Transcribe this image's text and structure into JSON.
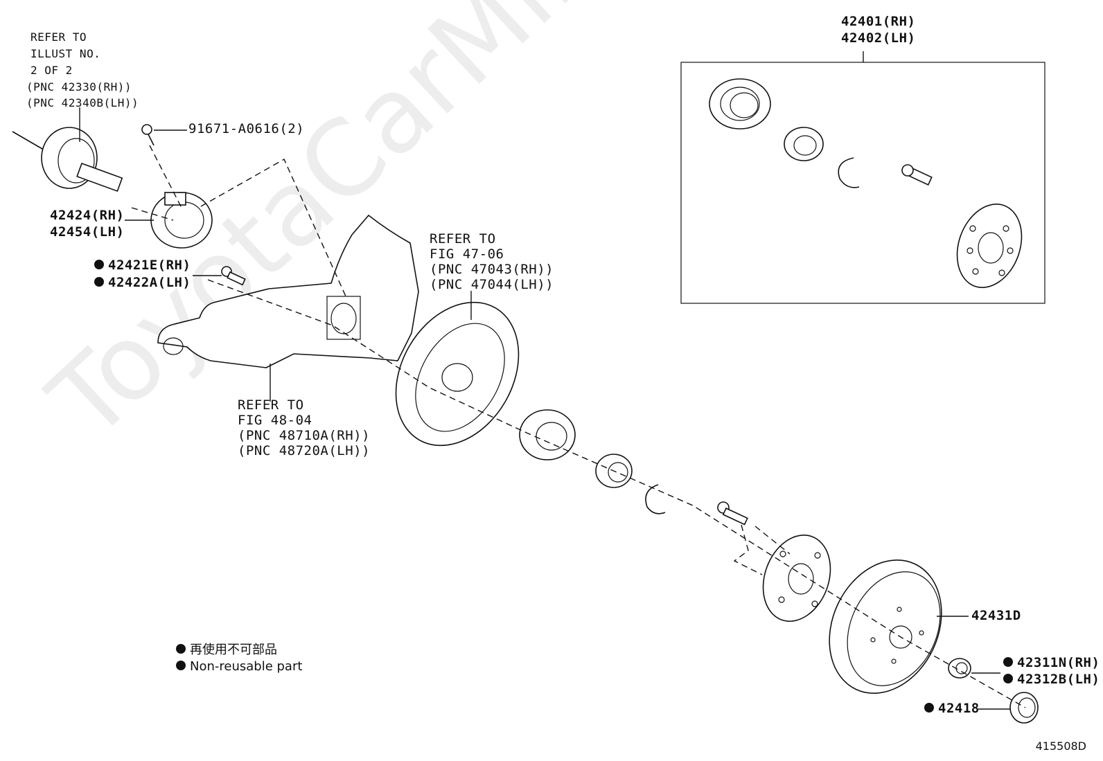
{
  "watermark": "ToyotaCarMine.ru",
  "figure_number": "415508D",
  "assembly_box": {
    "line1": "42401(RH)",
    "line2": "42402(LH)"
  },
  "labels": {
    "driveshaft_ref": [
      "REFER TO",
      "ILLUST NO.",
      "2 OF 2",
      "(PNC 42330(RH))",
      "(PNC 42340B(LH))"
    ],
    "screw": "91671-A0616(2)",
    "dust_deflector": [
      "42424(RH)",
      "42454(LH)"
    ],
    "hub_bolt_top": [
      "42421E(RH)",
      "42422A(LH)"
    ],
    "backing_plate_ref": [
      "REFER TO",
      "FIG 47-06",
      "(PNC 47043(RH))",
      "(PNC 47044(LH))"
    ],
    "trailing_arm_ref": [
      "REFER TO",
      "FIG 48-04",
      "(PNC 48710A(RH))",
      "(PNC 48720A(LH))"
    ],
    "brake_drum": "42431D",
    "hub_nut": [
      "42311N(RH)",
      "42312B(LH)"
    ],
    "grease_cap": "42418"
  },
  "legend": {
    "line_ja": "再使用不可部品",
    "line_en": "Non-reusable part"
  }
}
